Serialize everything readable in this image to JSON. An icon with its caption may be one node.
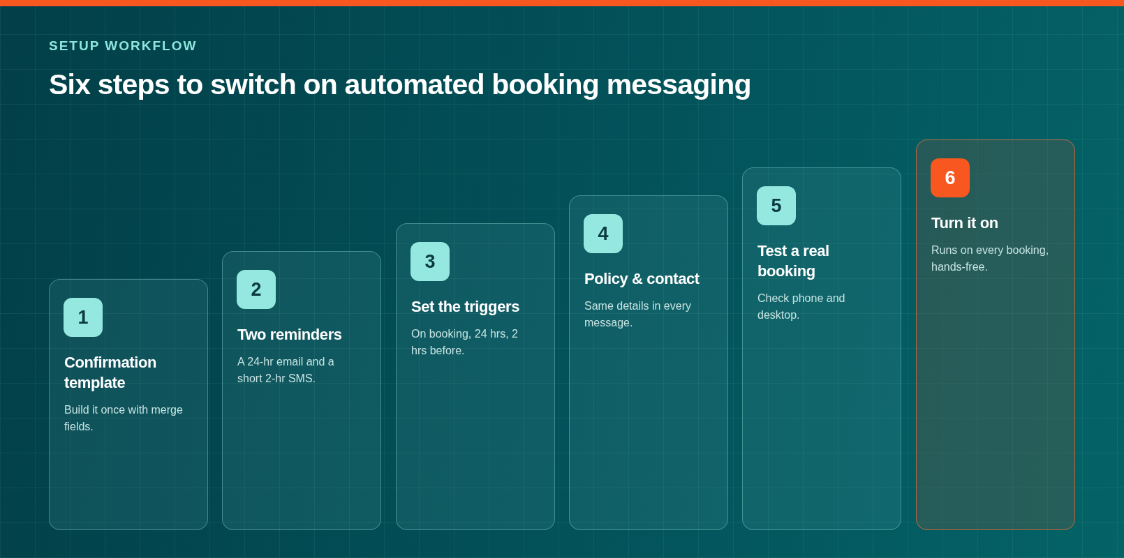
{
  "diagram": {
    "title": "Six steps to switch on automated booking messaging",
    "nodes": [
      {
        "text": [
          "Confirmation template",
          "Build it once with merge fields."
        ]
      },
      {
        "text": [
          "1"
        ],
        "in": 0
      },
      {
        "text": [
          "Two reminders",
          "A 24-hr email and a short 2-hr SMS."
        ]
      },
      {
        "text": [
          "2"
        ],
        "in": 2
      },
      {
        "text": [
          "Set the triggers",
          "On booking, 24 hrs, 2 hrs before."
        ]
      },
      {
        "text": [
          "3"
        ],
        "in": 4
      },
      {
        "text": [
          "Policy & contact",
          "Same details in every message."
        ]
      },
      {
        "text": [
          "4"
        ],
        "in": 6
      },
      {
        "text": [
          "Test a real booking",
          "Check phone and desktop."
        ]
      },
      {
        "text": [
          "5"
        ],
        "in": 8
      },
      {
        "text": [
          "Turn it on",
          "Runs on every booking, hands-free."
        ]
      },
      {
        "text": [
          "6"
        ],
        "in": 10
      }
    ],
    "labels": [
      "SETUP WORKFLOW"
    ]
  }
}
